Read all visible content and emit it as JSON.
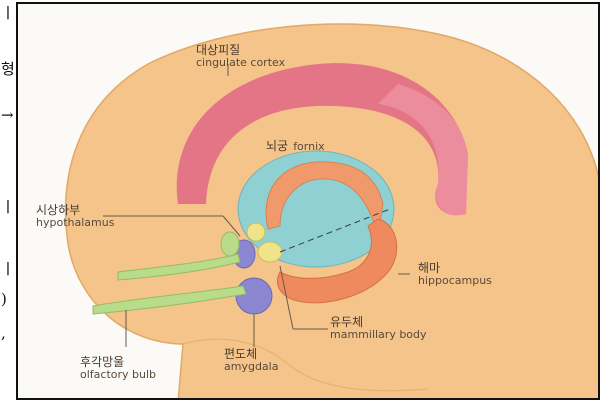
{
  "margin_glyphs": [
    "ㅣ",
    "형",
    "→",
    "ㅣ",
    "ㅣ",
    ")",
    ","
  ],
  "labels": {
    "cingulate": {
      "ko": "대상피질",
      "en": "cingulate cortex"
    },
    "fornix": {
      "ko": "뇌궁",
      "en": "fornix"
    },
    "hypothalamus": {
      "ko": "시상하부",
      "en": "hypothalamus"
    },
    "hippocampus": {
      "ko": "해마",
      "en": "hippocampus"
    },
    "mammillary": {
      "ko": "유두체",
      "en": "mammillary body"
    },
    "amygdala": {
      "ko": "편도체",
      "en": "amygdala"
    },
    "olfactory": {
      "ko": "후각망울",
      "en": "olfactory bulb"
    }
  },
  "colors": {
    "brain": "#f4c48a",
    "cingulate": "#e26e86",
    "thalamus": "#8fd0d2",
    "fornix": "#f09a6c",
    "hippocampus": "#ee8a5e",
    "amygdala": "#8a86cf",
    "mammillary": "#efe48a",
    "olfactory": "#b8dc8a",
    "leader": "#6a5a4a"
  }
}
